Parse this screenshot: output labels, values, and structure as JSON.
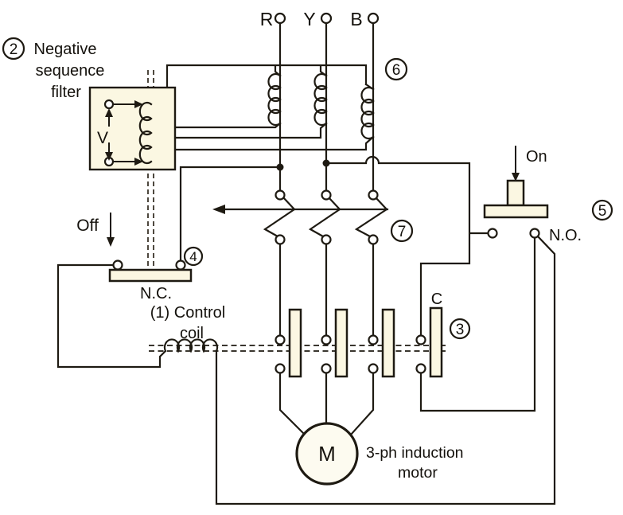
{
  "diagram": {
    "supply_terminals": {
      "r": "R",
      "y": "Y",
      "b": "B"
    },
    "filter": {
      "badge": "2",
      "label_lines": [
        "Negative",
        "sequence",
        "filter"
      ],
      "voltage_label": "V"
    },
    "line_coils": {
      "badge": "6"
    },
    "isolator_switch": {
      "badge": "7"
    },
    "off_button": {
      "label": "Off",
      "contact_type": "N.C.",
      "badge": "4"
    },
    "on_button": {
      "label": "On",
      "contact_type": "N.O.",
      "badge": "5"
    },
    "control_coil": {
      "label_lines": [
        "(1) Control",
        "coil"
      ]
    },
    "contactor": {
      "badge": "3",
      "aux_label": "C"
    },
    "motor": {
      "symbol": "M",
      "label_lines": [
        "3-ph induction",
        "motor"
      ]
    },
    "colors": {
      "line": "#1e1a12",
      "component_fill": "#fbf7e2",
      "motor_fill": "#fdfbf0",
      "background": "#ffffff"
    }
  }
}
